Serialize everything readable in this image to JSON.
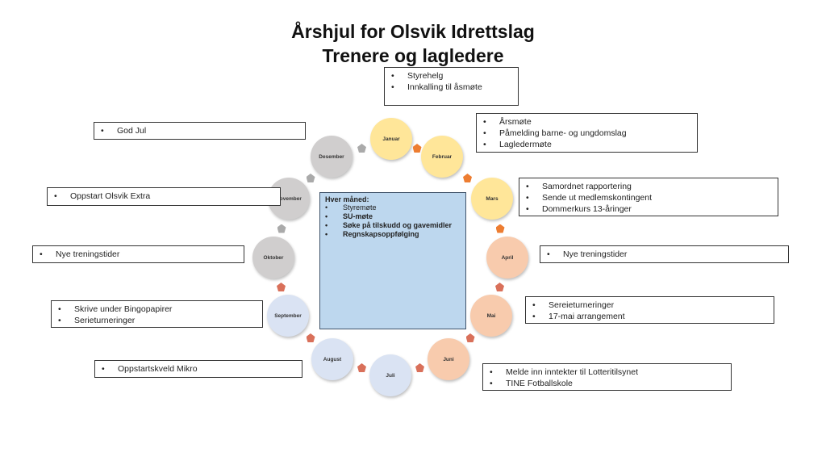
{
  "title": {
    "line1": "Årshjul for Olsvik Idrettslag",
    "line2": "Trenere og lagledere"
  },
  "center": {
    "heading": "Hver måned:",
    "items": [
      "Styremøte",
      "SU-møte",
      "Søke på tilskudd og gavemidler",
      "Regnskapsoppfølging"
    ]
  },
  "months": [
    "Januar",
    "Februar",
    "Mars",
    "April",
    "Mai",
    "Juni",
    "Juli",
    "August",
    "September",
    "Oktober",
    "November",
    "Desember"
  ],
  "boxes": {
    "januar": [
      "Styrehelg",
      "Innkalling til åsmøte"
    ],
    "februar": [
      "Årsmøte",
      "Påmelding barne- og ungdomslag",
      "Lagledermøte"
    ],
    "mars": [
      "Samordnet rapportering",
      "Sende ut medlemskontingent",
      "Dommerkurs 13-åringer"
    ],
    "april": [
      "Nye treningstider"
    ],
    "mai": [
      "Sereieturneringer",
      "17-mai arrangement"
    ],
    "juni": [
      "Melde inn inntekter til Lotteritilsynet",
      "TINE Fotballskole"
    ],
    "august": [
      "Oppstartskveld Mikro"
    ],
    "september": [
      "Skrive under Bingopapirer",
      "Serieturneringer"
    ],
    "oktober": [
      "Nye treningstider"
    ],
    "november": [
      "Oppstart Olsvik Extra"
    ],
    "desember": [
      "God Jul"
    ]
  },
  "colors": {
    "winter": "#d0cece",
    "spring": "#ffe699",
    "summer": "#f8cbad",
    "autumn": "#dae3f3",
    "center": "#bdd7ee"
  }
}
